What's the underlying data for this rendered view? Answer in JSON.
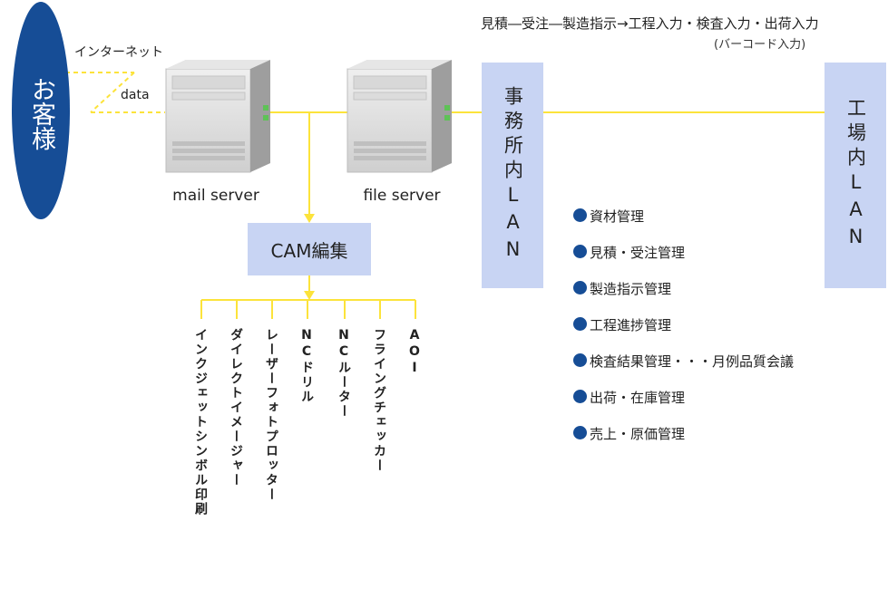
{
  "customer": {
    "label": "お客様"
  },
  "internet": {
    "label": "インターネット",
    "data_label": "data"
  },
  "servers": {
    "mail": "mail server",
    "file": "file server"
  },
  "office_lan": {
    "label": "事務所内LAN"
  },
  "factory_lan": {
    "label": "工場内LAN"
  },
  "flow": {
    "text": "見積―受注―製造指示→工程入力・検査入力・出荷入力",
    "sub": "(バーコード入力)"
  },
  "cam": {
    "label": "CAM編集"
  },
  "processes": [
    "インクジェットシンボル印刷",
    "ダイレクトイメージャー",
    "レーザーフォトプロッター",
    "NCドリル",
    "NCルーター",
    "フライングチェッカー",
    "AOI"
  ],
  "management": [
    "資材管理",
    "見積・受注管理",
    "製造指示管理",
    "工程進捗管理",
    "検査結果管理・・・月例品質会議",
    "出荷・在庫管理",
    "売上・原価管理"
  ],
  "colors": {
    "line": "#fce33b",
    "box_fill": "#c8d4f3",
    "customer_fill": "#164d96",
    "bullet": "#164d96"
  }
}
